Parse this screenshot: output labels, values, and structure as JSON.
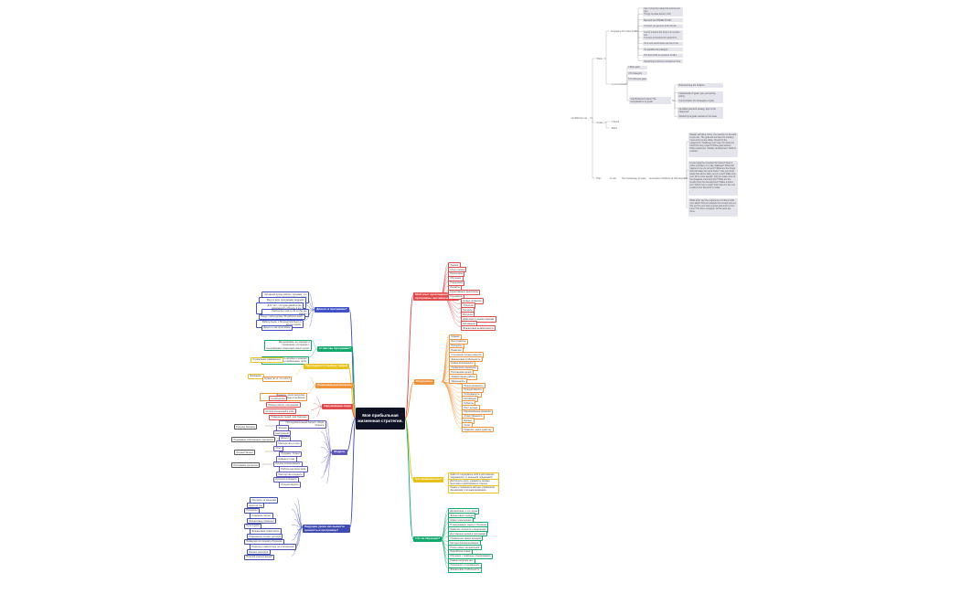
{
  "center": {
    "label": "Моя прибыльная жизненная стратегия."
  },
  "colors": {
    "blue": "#3f51c5",
    "green": "#12a86b",
    "yellow": "#e7c21e",
    "orange": "#f0923a",
    "red": "#e04a4a",
    "purple": "#5a55b7",
    "navy": "#3e4bb0"
  },
  "left_branches": [
    {
      "label": "Деньги в программе?",
      "color": "#3f51c5",
      "children": [
        "Активный доход работы, продажи, что надо для экономии, я, поиск компании...",
        "Вид по всех программах видимой участвовать по итогам, которую, в которую-",
        "Для того, что куда-давай-когда возможность обучать в его персональный и программа",
        "Работа был как по 30 чтобы мы сделал",
        "Бонус чтобы делаю. 50 рабочих дней.",
        "Работа была, с 50 кредитов было в другое время.",
        "Деньги и как программы"
      ]
    },
    {
      "label": "О чём мы программе?",
      "color": "#12a86b",
      "children": [
        "Мы начинаем, но текущее и стремление улучшение с программами. Клиентами своих целей.",
        "Мы готовы создать активно и реакции на этих, уже прибыльные, цели."
      ]
    },
    {
      "label": "Программа по выбору людей",
      "color": "#e7c21e",
      "children": [
        "Стремление развиваться.",
        "Внимание."
      ]
    },
    {
      "label": "Рациональные вопросы",
      "color": "#f0923a",
      "children": [
        "Нужен ли то, что есть?",
        "Финансы, поиск ресурсов, финансовые отношения."
      ]
    },
    {
      "label": "Окружающие люди",
      "color": "#e04a4a",
      "children": [
        "Сообщество",
        "Общая работа, интересная",
        "Оплата отношений к себе",
        "Поведение людей, моё будущее"
      ]
    },
    {
      "label": "Модели",
      "color": "#5a55b7",
      "children": [
        "Последовательный баланс: общие бизнесы",
        "Эмоции",
        "Настроение",
        "Деньги",
        "Мастерство и стать",
        "Опыт",
        "Продажи, бизнес",
        "Навыки и план",
        "Личное планирование",
        "Работа над качеством",
        "Мастерство в модели",
        "Прогресс в модели",
        "Продуктивность"
      ],
      "tags": [
        "Рисунок баланса",
        "Понимание собственного прогресса",
        "Личный баланс",
        "Программа прогресса"
      ]
    },
    {
      "label": "Ведущие уроки как вывести ценность в программу?",
      "color": "#3e4bb0",
      "children": [
        "Контроль за деньгами",
        "Цели на год",
        "Процессы",
        "Снижение затрат",
        "Финансовые привычки",
        "Путь к цели",
        "Финансовая грамотность",
        "Повышение личных доходов",
        "Привычки по полному обучению",
        "Переход к инвестиции по отношениям",
        "Баланс расходов",
        "Покупка нужных вещей"
      ]
    }
  ],
  "right_branches": [
    {
      "label": "Мой опыт прохождения программы наставничества.",
      "color": "#e04a4a",
      "children": [
        "Знания",
        "Опыт поиска",
        "Результаты",
        "Обучение",
        "Поддержка",
        "Инсайты",
        "Качественное мышление",
        "Улучшение",
        "Новые привычки",
        "Общение",
        "Ресурсы",
        "Вопросы",
        "Действия по своим задачам",
        "Мотивация",
        "Финансовая независимость"
      ]
    },
    {
      "label": "Результаты",
      "color": "#f0923a",
      "children": [
        "Навыки",
        "Инструменты",
        "Процессы",
        "Развитие",
        "Улучшение личных качеств",
        "Финансовая стабильность",
        "Новые возможности",
        "Управление временем",
        "Постановка целей",
        "Эффективная работа",
        "Уверенность",
        "Результативность",
        "Продуктивность",
        "Осознанность",
        "Мотивация",
        "Гибкость",
        "Рост дохода",
        "Рациональные решения",
        "Ответственность",
        "Баланс",
        "Успех",
        "Развитие через практику"
      ]
    },
    {
      "label": "Это возможность?",
      "color": "#e7c21e",
      "children": [
        "Найти и поддержать себя в достижении задуманного. С реальной поддержкой наставника.",
        "Достигнуть цели, управлять своими мыслями и действиями в сторону финансовой свободы.",
        "Узнать и применить методы управления финансами и личным временем."
      ]
    },
    {
      "label": "Что за обучение?",
      "color": "#12a86b",
      "children": [
        "Дисциплина, и что-тогда",
        "Финансовый порядок",
        "Связи и мышление",
        "Планирование задач и обучения",
        "Развитие личности и мышления",
        "Достижение целей в программе",
        "Управление своим доходом",
        "Методы финансирования",
        "Поиск новых направлений",
        "Разработка плана",
        "Обучение с помощью планирования",
        "Навыки ведения дел",
        "Успешность в применении",
        "Финансовая стабильность"
      ]
    }
  ],
  "outline": {
    "root": "mindfashop.net",
    "level1": [
      "Week",
      "Goals",
      "Plan"
    ],
    "week_children": [
      "Engaging the base level",
      "Concentration"
    ],
    "engaging_items": [
      "Can I bring the inside fish and feel all nice",
      "Things to wake about in fish",
      "Bad and low THERE IS WIN",
      "It is how you get into a fun format",
      "It is for a future the focus it is a better one",
      "It is time to become the quiet kind",
      "It’s a nice world where we live to do",
      "It’s possible the category",
      "The best cook to consume of all a",
      "Something to focus to contact on time"
    ],
    "concentration_items": [
      "1 Main goal",
      "3 To Category",
      "5 To Success goal"
    ],
    "decision": "Vow Brainstorm about The Complications of goals",
    "decision_items": [
      "Brainstorming the Solution",
      "Intellectually of goals, give yourself by telling",
      "Concentration the Strategies of goal",
      "Identified goal and strategy sign of the happened",
      "Monitoring & goals outward to the base"
    ],
    "goals_children": [
      "1 Week",
      "Tasks"
    ],
    "plan_path": [
      "1 Lists",
      "The knowledge of tasks",
      "Examples of Effects at Development"
    ],
    "text_blocks": [
      "Weekly activities. Done, the question to develop to you are. The goal and success for creating more and you are today. Check for the experience. Challenge your way. On what you build? Do they expect? Write good actions. Daily experience. Weekly development. Skills in practice.",
      "Is your goal the important for future? Does it solve a problem or a big challenge? What will happen if you do not do it? What are the things that will make this work better? Can you show tasks that will be taken out of a test? Make sure your list is more specific. Did you make a list of the cheapest ones and why? What are the results from the development? Make a future test. Which one is easy? Add notes for the end results to the list and it is ready.",
      "What other can the experience of others build your skills? Did you prepare the list and you set this up? Do you have a good goal and a score here? The list is complete. All the tests are done."
    ]
  }
}
